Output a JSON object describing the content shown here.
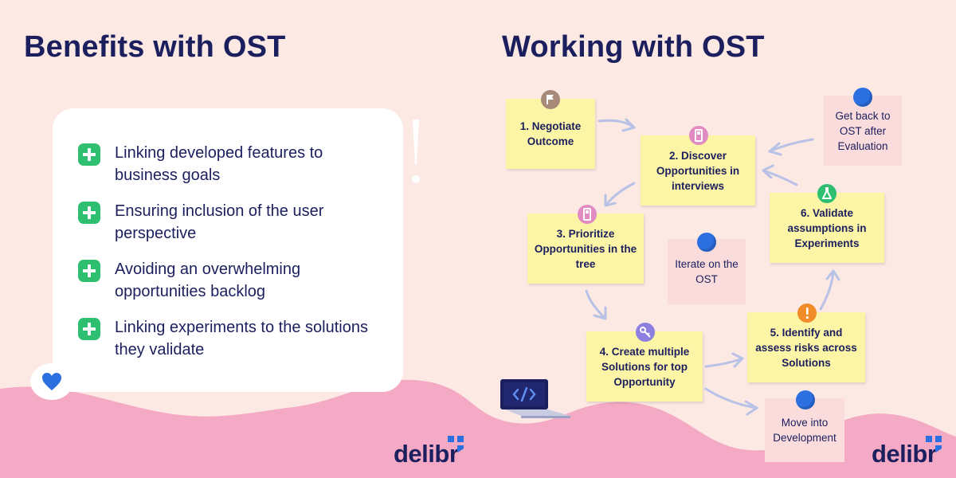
{
  "left": {
    "title": "Benefits with OST",
    "benefits": [
      "Linking developed features to business goals",
      "Ensuring inclusion of the user perspective",
      "Avoiding an overwhelming opportunities backlog",
      "Linking experiments to the solutions they validate"
    ],
    "logo": "delibr"
  },
  "right": {
    "title": "Working with OST",
    "steps": [
      "1. Negotiate Outcome",
      "2. Discover Opportunities in interviews",
      "3. Prioritize Opportunities in the tree",
      "4. Create multiple Solutions for top Opportunity",
      "5. Identify and assess risks across Solutions",
      "6. Validate assumptions in Experiments"
    ],
    "notes": [
      "Get back to OST after Evaluation",
      "Iterate on the OST",
      "Move into Development"
    ],
    "logo": "delibr"
  },
  "colors": {
    "background": "#fde9e4",
    "wave": "#f4a9c4",
    "text": "#1b1f5e",
    "plus": "#2fbf71",
    "sticky": "#fdf5a6",
    "pink_note": "#fbdcdc",
    "pin": "#2b6fe0",
    "heart": "#2b6fe0",
    "logo_mark": "#2b6fe0"
  },
  "icons": [
    "plus-icon",
    "heart-icon",
    "flag-icon",
    "document-icon",
    "key-icon",
    "warning-icon",
    "flask-icon",
    "laptop-code-icon",
    "pin-icon"
  ]
}
